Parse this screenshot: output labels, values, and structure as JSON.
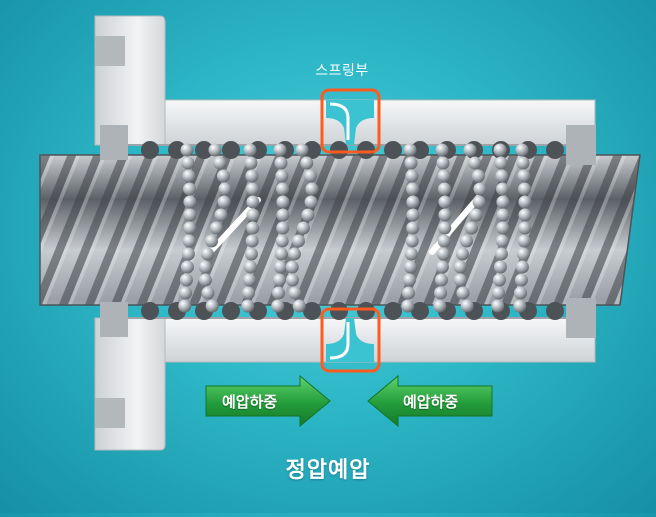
{
  "labels": {
    "spring_part": "스프링부",
    "preload_left": "예압하중",
    "preload_right": "예압하중",
    "caption": "정압예압"
  },
  "colors": {
    "background": "#2cb6c6",
    "nut_body": "#e9ecef",
    "screw_shaft": "#8c9196",
    "ball": "#c9ced2",
    "highlight_box": "#ff5a1f",
    "arrow_green": "#1f9a3a"
  }
}
